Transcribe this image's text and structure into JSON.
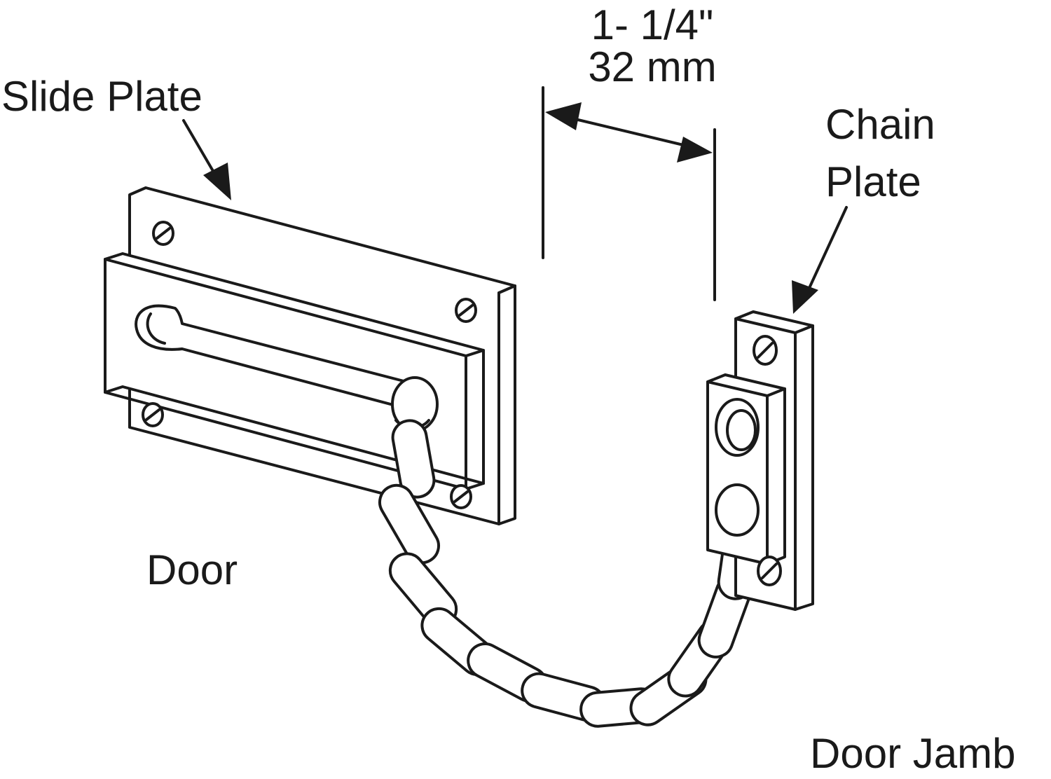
{
  "labels": {
    "slide_plate": "Slide Plate",
    "dimension_fraction": "1- 1/4\"",
    "dimension_metric": "32 mm",
    "chain_plate_line1": "Chain",
    "chain_plate_line2": "Plate",
    "door": "Door",
    "door_jamb": "Door Jamb"
  },
  "colors": {
    "ink": "#1a1a1a",
    "background": "#ffffff"
  }
}
